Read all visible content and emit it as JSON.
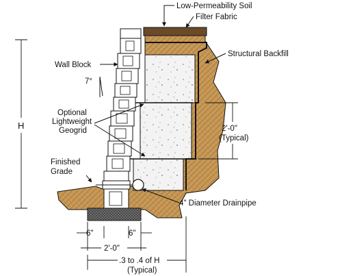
{
  "labels": {
    "low_permeability_soil": "Low-Permeability Soil",
    "filter_fabric": "Filter Fabric",
    "structural_backfill": "Structural Backfill",
    "wall_block": "Wall Block",
    "setback_angle": "7°",
    "optional_geogrid_line1": "Optional",
    "optional_geogrid_line2": "Lightweight",
    "optional_geogrid_line3": "Geogrid",
    "height": "H",
    "geogrid_spacing": "2'-0\"",
    "geogrid_spacing_note": "(Typical)",
    "finished_grade_line1": "Finished",
    "finished_grade_line2": "Grade",
    "drainpipe": "4\" Diameter Drainpipe",
    "footing_left_offset": "6\"",
    "footing_right_offset": "6\"",
    "footing_width": "2'-0\"",
    "embed_ratio": ".3 to .4 of H",
    "embed_ratio_note": "(Typical)"
  },
  "colors": {
    "soil": "#c99a58",
    "soil_dark": "#6b4a2a",
    "backfill": "#f4f4f4",
    "block": "#ffffff",
    "gravel": "#555555",
    "outline": "#111111"
  }
}
